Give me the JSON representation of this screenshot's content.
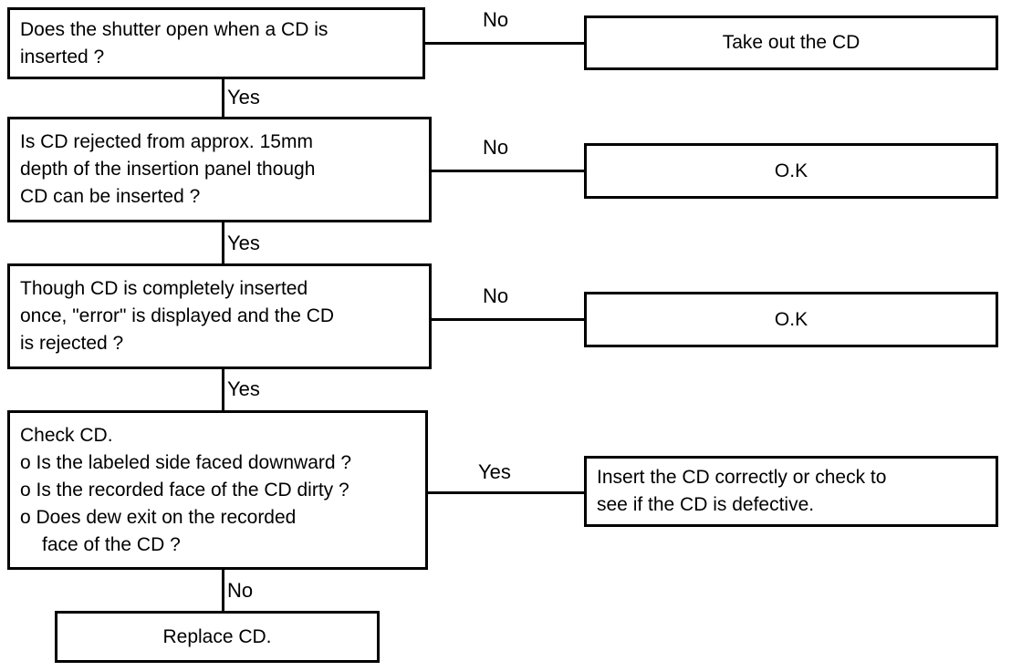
{
  "diagram": {
    "title": "CD troubleshooting flowchart",
    "colors": {
      "stroke": "#000000",
      "background": "#ffffff",
      "text": "#000000"
    },
    "nodes": {
      "q1": {
        "lines": [
          "Does the shutter open when a CD is",
          "inserted ?"
        ]
      },
      "q2": {
        "lines": [
          "Is CD rejected from approx. 15mm",
          "depth of the insertion panel though",
          "CD can be inserted ?"
        ]
      },
      "q3": {
        "lines": [
          "Though CD is completely inserted",
          "once, \"error\" is displayed and the CD",
          "is rejected ?"
        ]
      },
      "q4": {
        "lines": [
          "Check CD.",
          "o Is the labeled side faced downward ?",
          "o Is the recorded face of the CD dirty ?",
          "o Does dew exit on the recorded",
          "face of the CD ?"
        ]
      },
      "r1": {
        "lines": [
          "Take out the CD"
        ]
      },
      "r2": {
        "lines": [
          "O.K"
        ]
      },
      "r3": {
        "lines": [
          "O.K"
        ]
      },
      "r4": {
        "lines": [
          "Insert the CD correctly or check to",
          "see if the CD is defective."
        ]
      },
      "r5": {
        "lines": [
          "Replace CD."
        ]
      }
    },
    "edge_labels": {
      "q1_no": "No",
      "q1_yes": "Yes",
      "q2_no": "No",
      "q2_yes": "Yes",
      "q3_no": "No",
      "q3_yes": "Yes",
      "q4_yes": "Yes",
      "q4_no": "No"
    }
  }
}
